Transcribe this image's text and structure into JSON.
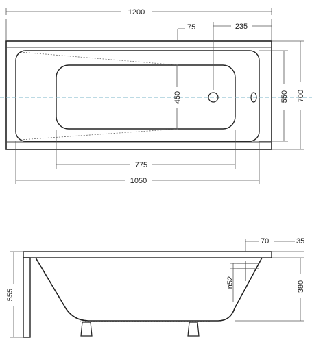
{
  "top_view": {
    "overall_length": "1200",
    "overflow_offset": "75",
    "drain_offset": "235",
    "inner_bottom_length": "775",
    "inner_length": "1050",
    "inner_bottom_width": "450",
    "inner_width": "550",
    "overall_width": "700"
  },
  "side_view": {
    "rim_width": "70",
    "rim_thickness": "35",
    "total_height": "555",
    "depth": "380",
    "overflow_diameter": "n52"
  },
  "colors": {
    "line": "#222222",
    "center_axis": "#7ab6c8"
  }
}
